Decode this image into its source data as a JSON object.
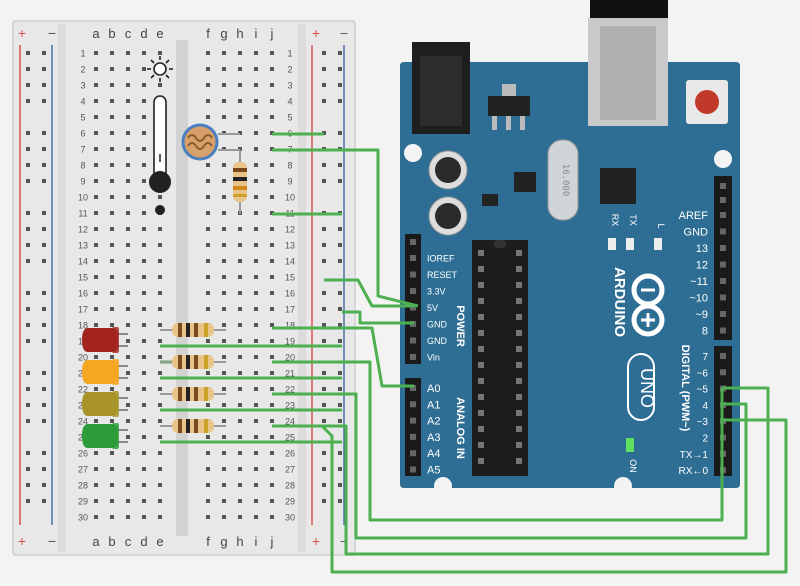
{
  "breadboard": {
    "top_left_plus": "+",
    "top_left_minus": "−",
    "top_right_plus": "+",
    "top_right_minus": "−",
    "bottom_left_plus": "+",
    "bottom_left_minus": "−",
    "bottom_right_plus": "+",
    "bottom_right_minus": "−",
    "columns_left": [
      "a",
      "b",
      "c",
      "d",
      "e"
    ],
    "columns_right": [
      "f",
      "g",
      "h",
      "i",
      "j"
    ],
    "row_count": 30
  },
  "arduino": {
    "logo_text": "ARDUINO",
    "model_text": "UNO",
    "power_label": "POWER",
    "analog_label": "ANALOG IN",
    "digital_label": "DIGITAL (PWM~)",
    "on_label": "ON",
    "l_label": "L",
    "tx_label": "TX",
    "rx_label": "RX",
    "crystal_text": "16.000",
    "power_pins": [
      "IOREF",
      "RESET",
      "3.3V",
      "5V",
      "GND",
      "GND",
      "Vin"
    ],
    "analog_pins": [
      "A0",
      "A1",
      "A2",
      "A3",
      "A4",
      "A5"
    ],
    "digital_upper": [
      "AREF",
      "GND",
      "13",
      "12",
      "~11",
      "~10",
      "~9",
      "8"
    ],
    "digital_lower": [
      "7",
      "~6",
      "~5",
      "4",
      "~3",
      "2",
      "TX→1",
      "RX←0"
    ]
  },
  "colors": {
    "board_blue": "#2e6e94",
    "wire_green": "#4caf50",
    "led_red": "#a3231f",
    "led_orange": "#f5a623",
    "led_yellow": "#a89428",
    "led_green": "#2e9b3a",
    "rail_red": "#d9534f",
    "rail_blue": "#4a6fa5"
  }
}
